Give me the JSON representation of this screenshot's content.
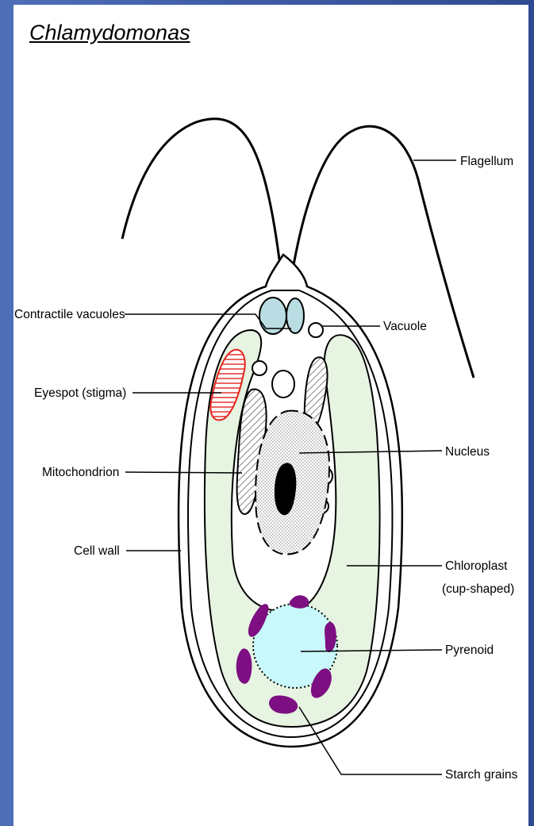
{
  "title": "Chlamydomonas",
  "labels": {
    "flagellum": "Flagellum",
    "contractile_vacuoles": "Contractile vacuoles",
    "vacuole": "Vacuole",
    "eyespot": "Eyespot (stigma)",
    "nucleus": "Nucleus",
    "mitochondrion": "Mitochondrion",
    "cell_wall": "Cell wall",
    "chloroplast_line1": "Chloroplast",
    "chloroplast_line2": "(cup-shaped)",
    "pyrenoid": "Pyrenoid",
    "starch_grains": "Starch grains"
  },
  "colors": {
    "chloroplast": "#e6f4e1",
    "contractile_vacuole": "#b9dde3",
    "pyrenoid": "#c8f8fb",
    "starch": "#7d0f82",
    "eyespot": "#e3241c"
  }
}
